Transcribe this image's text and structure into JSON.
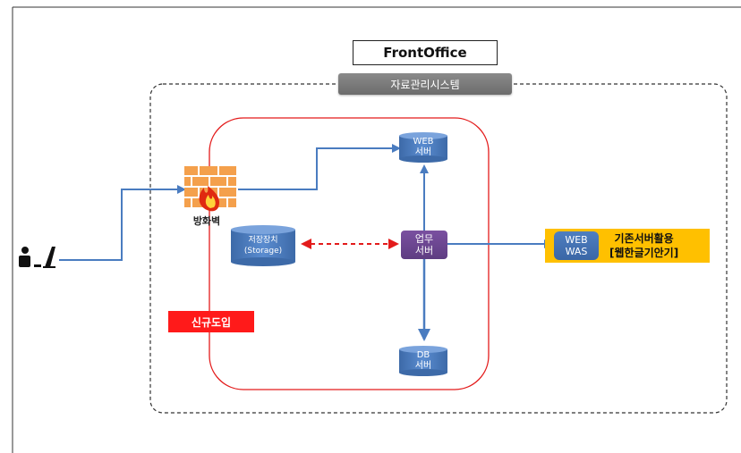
{
  "header": {
    "title": "FrontOffice",
    "system_name": "자료관리시스템"
  },
  "nodes": {
    "firewall": {
      "label": "방화벽"
    },
    "web_server": {
      "line1": "WEB",
      "line2": "서버"
    },
    "biz_server": {
      "line1": "업무",
      "line2": "서버"
    },
    "db_server": {
      "line1": "DB",
      "line2": "서버"
    },
    "storage": {
      "line1": "저장장치",
      "line2": "(Storage)"
    },
    "was": {
      "line1": "WEB",
      "line2": "WAS"
    }
  },
  "legacy": {
    "line1": "기존서버활용",
    "line2": "[웹한글기안기]"
  },
  "new_intro_label": "신규도입",
  "colors": {
    "outer_border": "#333333",
    "red_zone": "#e31b1b",
    "connector": "#4a7cc0",
    "cylinder": "#4f7fc0",
    "process": "#6a4690",
    "legacy_bg": "#ffc000",
    "new_intro_bg": "#ff1a1a",
    "dashed_link": "#e31b1b"
  },
  "icons": {
    "user": "user-at-desk-icon",
    "firewall": "brick-wall-fire-icon"
  }
}
